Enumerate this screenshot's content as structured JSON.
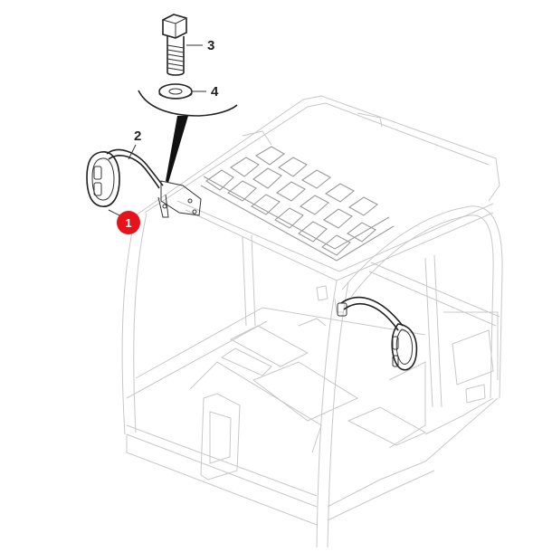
{
  "callouts": [
    {
      "id": "bolt",
      "label": "3"
    },
    {
      "id": "washer",
      "label": "4"
    },
    {
      "id": "mirror-arm",
      "label": "2"
    },
    {
      "id": "mirror",
      "label": "1",
      "highlighted": true
    }
  ],
  "colors": {
    "highlight": "#e8121a",
    "line": "#222222",
    "cab_line": "#c8c8c8"
  }
}
